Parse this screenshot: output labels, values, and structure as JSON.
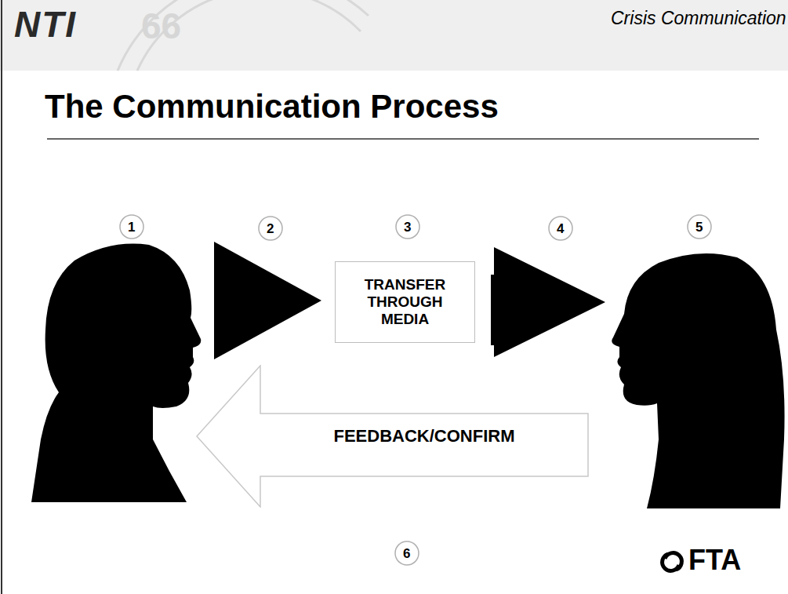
{
  "diagram": {
    "title": "The Communication Process",
    "nodes": [
      {
        "text": [
          "TRANSFER THROUGH MEDIA"
        ]
      },
      {
        "text": [
          "FEEDBACK/CONFIRM"
        ]
      }
    ],
    "labels": [
      "NTI",
      "66",
      "Crisis Communication",
      "1",
      "2",
      "3",
      "4",
      "5",
      "6",
      "FTA"
    ]
  }
}
